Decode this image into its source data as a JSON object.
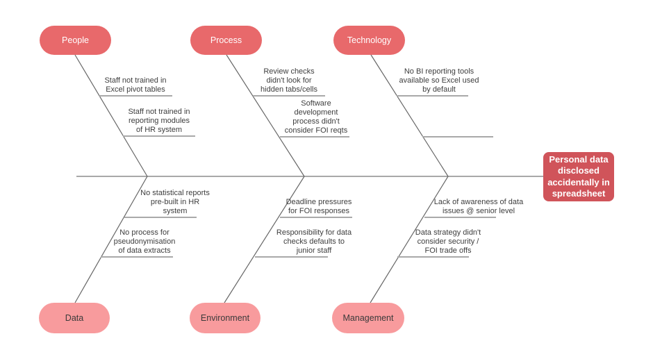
{
  "diagram": {
    "type": "fishbone",
    "effect": {
      "label": "Personal data disclosed accidentally in spreadsheet"
    },
    "categories": {
      "people": {
        "label": "People",
        "causes": [
          "Staff not trained in\nExcel pivot tables",
          "Staff not trained in\nreporting modules\nof HR system"
        ]
      },
      "process": {
        "label": "Process",
        "causes": [
          "Review checks\ndidn't look for\nhidden tabs/cells",
          "Software\ndevelopment\nprocess didn't\nconsider FOI reqts"
        ]
      },
      "technology": {
        "label": "Technology",
        "causes": [
          "No BI reporting tools\navailable so Excel used\nby default",
          ""
        ]
      },
      "data": {
        "label": "Data",
        "causes": [
          "No statistical reports\npre-built in HR\nsystem",
          "No process for\npseudonymisation\nof data extracts"
        ]
      },
      "environment": {
        "label": "Environment",
        "causes": [
          "Deadline pressures\nfor FOI responses",
          "Responsibility for  data\nchecks defaults to\njunior staff"
        ]
      },
      "management": {
        "label": "Management",
        "causes": [
          "Lack of awareness of data\nissues @ senior level",
          "Data strategy didn't\nconsider security /\nFOI trade offs"
        ]
      }
    },
    "colors": {
      "category_top_fill": "#e8696b",
      "category_bottom_fill": "#f89b9d",
      "effect_fill": "#d0545a",
      "category_top_text": "#ffffff",
      "category_bottom_text": "#3a3a3a",
      "cause_text": "#3d3d3d",
      "spine_line": "#8c8c8c",
      "bone_line": "#666666",
      "branch_line": "#a9a9a9"
    }
  }
}
